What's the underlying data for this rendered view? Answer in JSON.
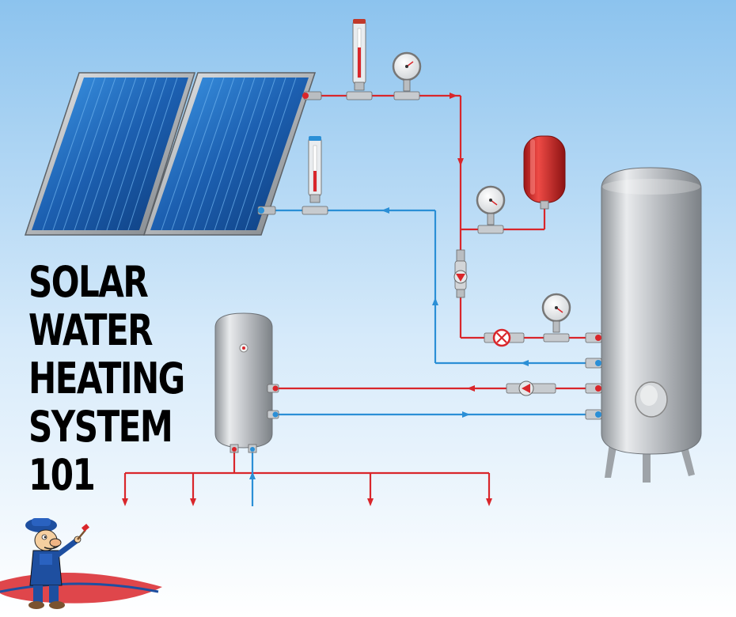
{
  "title": {
    "lines": [
      "SOLAR",
      "WATER",
      "HEATING",
      "SYSTEM",
      "101"
    ]
  },
  "colors": {
    "background_top": "#8cc3ee",
    "background_bottom": "#ffffff",
    "hot_pipe": "#d9262b",
    "cold_pipe": "#2b8fd6",
    "collector_blue": "#1c5fb0",
    "tank_silver": "#c9ccd0",
    "expansion_vessel": "#d52b27"
  },
  "components": {
    "collector_panels": 2,
    "thermometers": 2,
    "pressure_gauges": 3,
    "pumps": 2,
    "shutoff_valve": 1,
    "expansion_vessel": 1,
    "storage_tanks": 2,
    "hot_water_outlets": 4,
    "cold_water_inlet": 1
  },
  "mascot": {
    "icon": "plumber-mascot-icon"
  }
}
